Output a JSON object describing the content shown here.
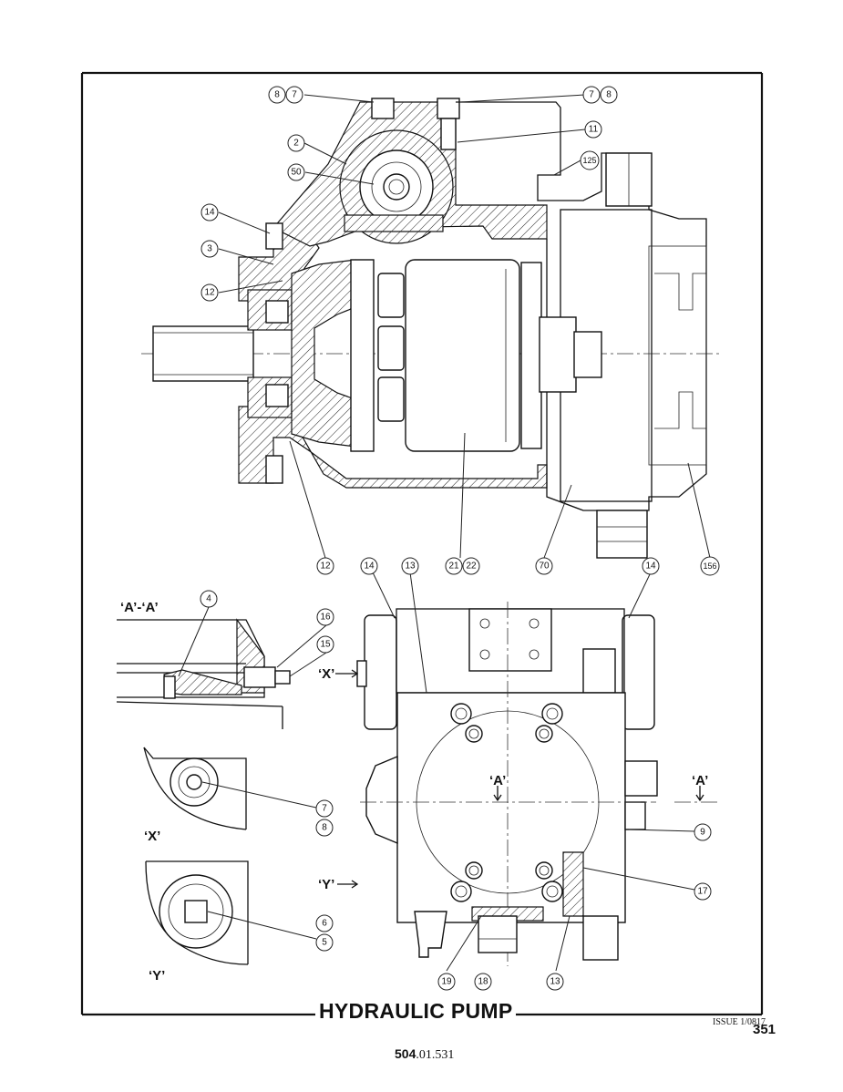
{
  "title": "HYDRAULIC PUMP",
  "issue": "ISSUE 1/0817",
  "page_number": "351",
  "doc_number_bold": "504",
  "doc_number_rest": ".01.531",
  "view_labels": {
    "section_aa": "‘A’-‘A’",
    "view_x_arrow": "‘X’",
    "view_x": "‘X’",
    "view_y_arrow": "‘Y’",
    "view_y": "‘Y’",
    "section_a_left": "‘A’",
    "section_a_right": "‘A’"
  },
  "callouts": [
    {
      "id": "c8a",
      "label": "8"
    },
    {
      "id": "c7a",
      "label": "7"
    },
    {
      "id": "c7b",
      "label": "7"
    },
    {
      "id": "c8b",
      "label": "8"
    },
    {
      "id": "c11",
      "label": "11"
    },
    {
      "id": "c2",
      "label": "2"
    },
    {
      "id": "c125",
      "label": "125"
    },
    {
      "id": "c50",
      "label": "50"
    },
    {
      "id": "c14a",
      "label": "14"
    },
    {
      "id": "c3",
      "label": "3"
    },
    {
      "id": "c12a",
      "label": "12"
    },
    {
      "id": "c12b",
      "label": "12"
    },
    {
      "id": "c21",
      "label": "21"
    },
    {
      "id": "c22",
      "label": "22"
    },
    {
      "id": "c70",
      "label": "70"
    },
    {
      "id": "c156",
      "label": "156"
    },
    {
      "id": "c14b",
      "label": "14"
    },
    {
      "id": "c13a",
      "label": "13"
    },
    {
      "id": "c14c",
      "label": "14"
    },
    {
      "id": "c4",
      "label": "4"
    },
    {
      "id": "c16",
      "label": "16"
    },
    {
      "id": "c15",
      "label": "15"
    },
    {
      "id": "c7c",
      "label": "7"
    },
    {
      "id": "c8c",
      "label": "8"
    },
    {
      "id": "c9",
      "label": "9"
    },
    {
      "id": "c17",
      "label": "17"
    },
    {
      "id": "c6",
      "label": "6"
    },
    {
      "id": "c5",
      "label": "5"
    },
    {
      "id": "c19",
      "label": "19"
    },
    {
      "id": "c18",
      "label": "18"
    },
    {
      "id": "c13b",
      "label": "13"
    }
  ]
}
